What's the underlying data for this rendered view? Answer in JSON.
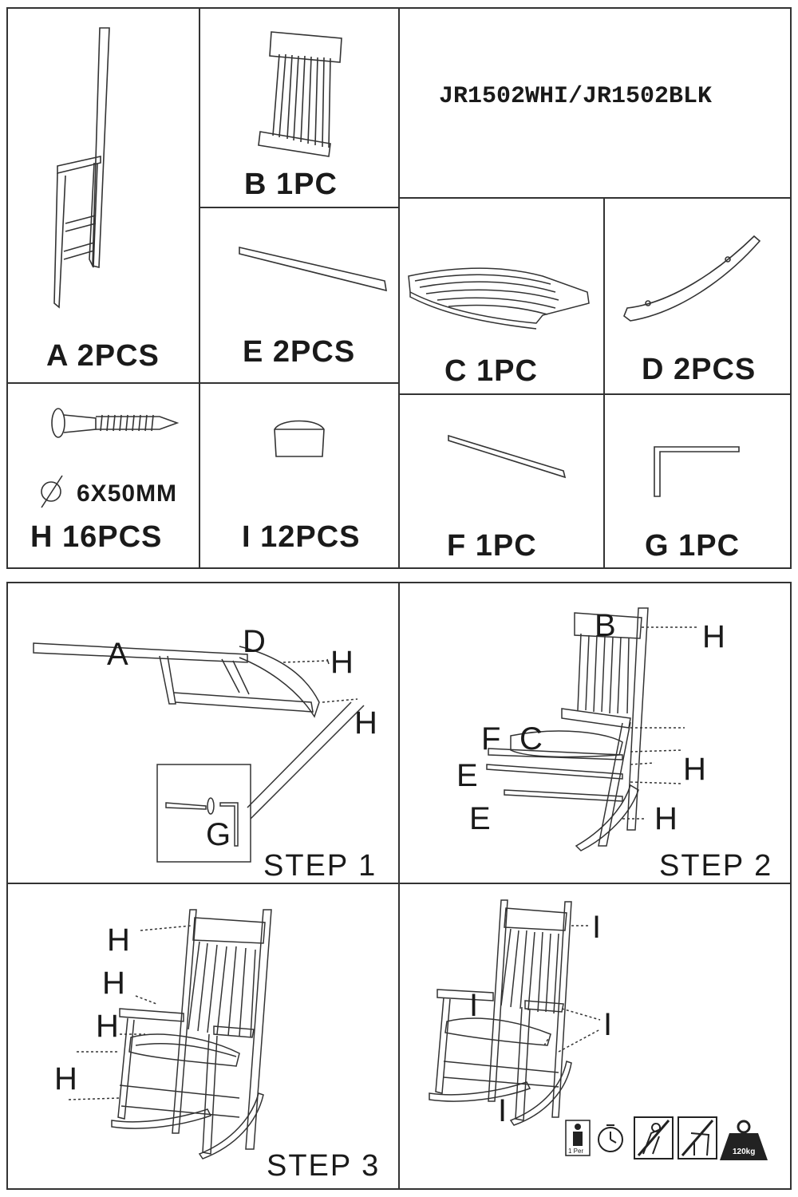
{
  "model_number": "JR1502WHI/JR1502BLK",
  "parts": [
    {
      "letter": "A",
      "qty": "2PCS"
    },
    {
      "letter": "B",
      "qty": "1PC"
    },
    {
      "letter": "C",
      "qty": "1PC"
    },
    {
      "letter": "D",
      "qty": "2PCS"
    },
    {
      "letter": "E",
      "qty": "2PCS"
    },
    {
      "letter": "F",
      "qty": "1PC"
    },
    {
      "letter": "G",
      "qty": "1PC"
    },
    {
      "letter": "H",
      "qty": "16PCS",
      "spec": "6X50MM"
    },
    {
      "letter": "I",
      "qty": "12PCS"
    }
  ],
  "part_labels": {
    "a": "A 2PCS",
    "b": "B 1PC",
    "c": "C 1PC",
    "d": "D 2PCS",
    "e": "E 2PCS",
    "f": "F 1PC",
    "g": "G 1PC",
    "h": "H 16PCS",
    "i": "I 12PCS",
    "h_spec": "6X50MM"
  },
  "steps": {
    "step1": "STEP 1",
    "step2": "STEP 2",
    "step3": "STEP 3"
  },
  "callouts": {
    "step1": [
      "A",
      "D",
      "H",
      "H",
      "G"
    ],
    "step2": [
      "B",
      "H",
      "F",
      "C",
      "E",
      "H",
      "E",
      "H"
    ],
    "step3": [
      "H",
      "H",
      "H",
      "H"
    ],
    "step4": [
      "I",
      "I",
      "I",
      "I"
    ]
  },
  "icons": {
    "person": {
      "icon": "one-person-icon",
      "text": "1 Per"
    },
    "time": {
      "icon": "stopwatch-icon"
    },
    "no_stand": {
      "icon": "no-standing-icon"
    },
    "no_lean": {
      "icon": "no-lean-back-icon"
    },
    "weight": {
      "icon": "weight-limit-icon",
      "text": "120kg"
    }
  }
}
